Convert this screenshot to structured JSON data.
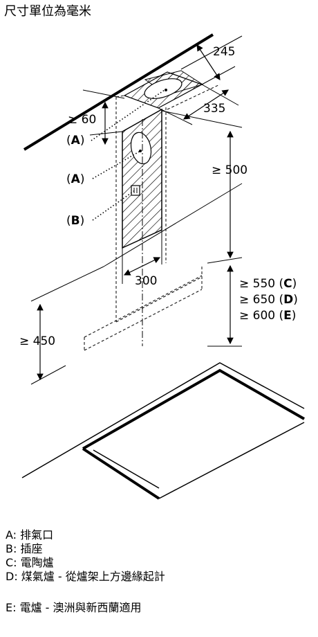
{
  "title": "尺寸單位為毫米",
  "dimensions": {
    "d245": "245",
    "d335": "335",
    "d60": "≥ 60",
    "d500": "≥ 500",
    "d300": "300",
    "d450": "≥ 450",
    "d550": "≥ 550 (",
    "d550_ref": "C",
    "d650": "≥ 650 (",
    "d650_ref": "D",
    "d600": "≥ 600 (",
    "d600_ref": "E",
    "close_paren": ")"
  },
  "callouts": {
    "a1": "A",
    "a2": "A",
    "b": "B",
    "open_paren": "(",
    "close_paren": ")"
  },
  "legend": {
    "a": "A: 排氣口",
    "b": "B: 插座",
    "c": "C: 電陶爐",
    "d": "D: 煤氣爐 - 從爐架上方邊緣起計",
    "e": "E: 電爐 - 澳洲與新西蘭適用"
  }
}
